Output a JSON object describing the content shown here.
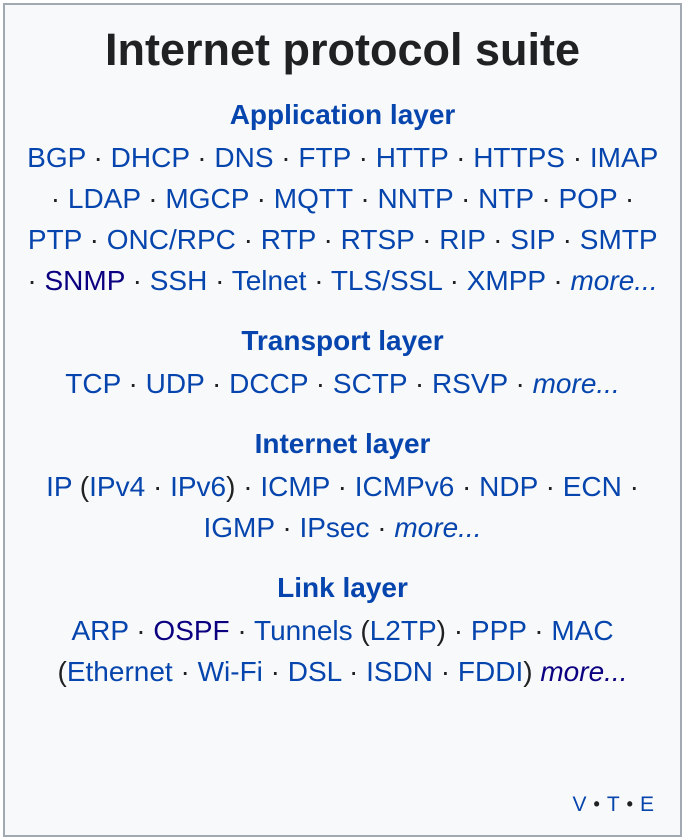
{
  "title": "Internet protocol suite",
  "colors": {
    "background": "#f8f9fa",
    "border": "#a2a9b1",
    "title_text": "#202122",
    "link": "#0645ad",
    "visited_link": "#0b0080",
    "plain_text": "#202122"
  },
  "sections": [
    {
      "title": "Application layer",
      "tokens": [
        {
          "text": "BGP",
          "kind": "link"
        },
        {
          "text": " · ",
          "kind": "sep"
        },
        {
          "text": "DHCP",
          "kind": "link"
        },
        {
          "text": " · ",
          "kind": "sep"
        },
        {
          "text": "DNS",
          "kind": "link"
        },
        {
          "text": " · ",
          "kind": "sep"
        },
        {
          "text": "FTP",
          "kind": "link"
        },
        {
          "text": " · ",
          "kind": "sep"
        },
        {
          "text": "HTTP",
          "kind": "link"
        },
        {
          "text": " · ",
          "kind": "sep"
        },
        {
          "text": "HTTPS",
          "kind": "link"
        },
        {
          "text": " · ",
          "kind": "sep"
        },
        {
          "text": "IMAP",
          "kind": "link"
        },
        {
          "text": " · ",
          "kind": "sep"
        },
        {
          "text": "LDAP",
          "kind": "link"
        },
        {
          "text": " · ",
          "kind": "sep"
        },
        {
          "text": "MGCP",
          "kind": "link"
        },
        {
          "text": " · ",
          "kind": "sep"
        },
        {
          "text": "MQTT",
          "kind": "link"
        },
        {
          "text": " · ",
          "kind": "sep"
        },
        {
          "text": "NNTP",
          "kind": "link"
        },
        {
          "text": " · ",
          "kind": "sep"
        },
        {
          "text": "NTP",
          "kind": "link"
        },
        {
          "text": " · ",
          "kind": "sep"
        },
        {
          "text": "POP",
          "kind": "link"
        },
        {
          "text": " · ",
          "kind": "sep"
        },
        {
          "text": "PTP",
          "kind": "link"
        },
        {
          "text": " · ",
          "kind": "sep"
        },
        {
          "text": "ONC/RPC",
          "kind": "link"
        },
        {
          "text": " · ",
          "kind": "sep"
        },
        {
          "text": "RTP",
          "kind": "link"
        },
        {
          "text": " · ",
          "kind": "sep"
        },
        {
          "text": "RTSP",
          "kind": "link"
        },
        {
          "text": " · ",
          "kind": "sep"
        },
        {
          "text": "RIP",
          "kind": "link"
        },
        {
          "text": " · ",
          "kind": "sep"
        },
        {
          "text": "SIP",
          "kind": "link"
        },
        {
          "text": " · ",
          "kind": "sep"
        },
        {
          "text": "SMTP",
          "kind": "link"
        },
        {
          "text": " · ",
          "kind": "sep"
        },
        {
          "text": "SNMP",
          "kind": "visited"
        },
        {
          "text": " · ",
          "kind": "sep"
        },
        {
          "text": "SSH",
          "kind": "link"
        },
        {
          "text": " · ",
          "kind": "sep"
        },
        {
          "text": "Telnet",
          "kind": "link"
        },
        {
          "text": " · ",
          "kind": "sep"
        },
        {
          "text": "TLS/SSL",
          "kind": "link"
        },
        {
          "text": " · ",
          "kind": "sep"
        },
        {
          "text": "XMPP",
          "kind": "link"
        },
        {
          "text": " · ",
          "kind": "sep"
        },
        {
          "text": "more...",
          "kind": "more"
        }
      ]
    },
    {
      "title": "Transport layer",
      "tokens": [
        {
          "text": "TCP",
          "kind": "link"
        },
        {
          "text": " · ",
          "kind": "sep"
        },
        {
          "text": "UDP",
          "kind": "link"
        },
        {
          "text": " · ",
          "kind": "sep"
        },
        {
          "text": "DCCP",
          "kind": "link"
        },
        {
          "text": " · ",
          "kind": "sep"
        },
        {
          "text": "SCTP",
          "kind": "link"
        },
        {
          "text": " · ",
          "kind": "sep"
        },
        {
          "text": "RSVP",
          "kind": "link"
        },
        {
          "text": " · ",
          "kind": "sep"
        },
        {
          "text": "more...",
          "kind": "more"
        }
      ]
    },
    {
      "title": "Internet layer",
      "tokens": [
        {
          "text": "IP",
          "kind": "link"
        },
        {
          "text": " (",
          "kind": "plain"
        },
        {
          "text": "IPv4",
          "kind": "link"
        },
        {
          "text": " · ",
          "kind": "sep"
        },
        {
          "text": "IPv6",
          "kind": "link"
        },
        {
          "text": ")",
          "kind": "plain"
        },
        {
          "text": " · ",
          "kind": "sep"
        },
        {
          "text": "ICMP",
          "kind": "link"
        },
        {
          "text": " · ",
          "kind": "sep"
        },
        {
          "text": "ICMPv6",
          "kind": "link"
        },
        {
          "text": " · ",
          "kind": "sep"
        },
        {
          "text": "NDP",
          "kind": "link"
        },
        {
          "text": " · ",
          "kind": "sep"
        },
        {
          "text": "ECN",
          "kind": "link"
        },
        {
          "text": " · ",
          "kind": "sep"
        },
        {
          "text": "IGMP",
          "kind": "link"
        },
        {
          "text": " · ",
          "kind": "sep"
        },
        {
          "text": "IPsec",
          "kind": "link"
        },
        {
          "text": " · ",
          "kind": "sep"
        },
        {
          "text": "more...",
          "kind": "more"
        }
      ]
    },
    {
      "title": "Link layer",
      "tokens": [
        {
          "text": "ARP",
          "kind": "link"
        },
        {
          "text": " · ",
          "kind": "sep"
        },
        {
          "text": "OSPF",
          "kind": "visited"
        },
        {
          "text": " · ",
          "kind": "sep"
        },
        {
          "text": "Tunnels",
          "kind": "link"
        },
        {
          "text": " (",
          "kind": "plain"
        },
        {
          "text": "L2TP",
          "kind": "link"
        },
        {
          "text": ")",
          "kind": "plain"
        },
        {
          "text": " · ",
          "kind": "sep"
        },
        {
          "text": "PPP",
          "kind": "link"
        },
        {
          "text": " · ",
          "kind": "sep"
        },
        {
          "text": "MAC",
          "kind": "link"
        },
        {
          "text": " (",
          "kind": "plain"
        },
        {
          "text": "Ethernet",
          "kind": "link"
        },
        {
          "text": " · ",
          "kind": "sep"
        },
        {
          "text": "Wi-Fi",
          "kind": "link"
        },
        {
          "text": " · ",
          "kind": "sep"
        },
        {
          "text": "DSL",
          "kind": "link"
        },
        {
          "text": " · ",
          "kind": "sep"
        },
        {
          "text": "ISDN",
          "kind": "link"
        },
        {
          "text": " · ",
          "kind": "sep"
        },
        {
          "text": "FDDI",
          "kind": "link"
        },
        {
          "text": ") ",
          "kind": "plain"
        },
        {
          "text": "more...",
          "kind": "morev"
        }
      ]
    }
  ],
  "footer": {
    "view": "V",
    "talk": "T",
    "edit": "E",
    "separator": "•"
  }
}
